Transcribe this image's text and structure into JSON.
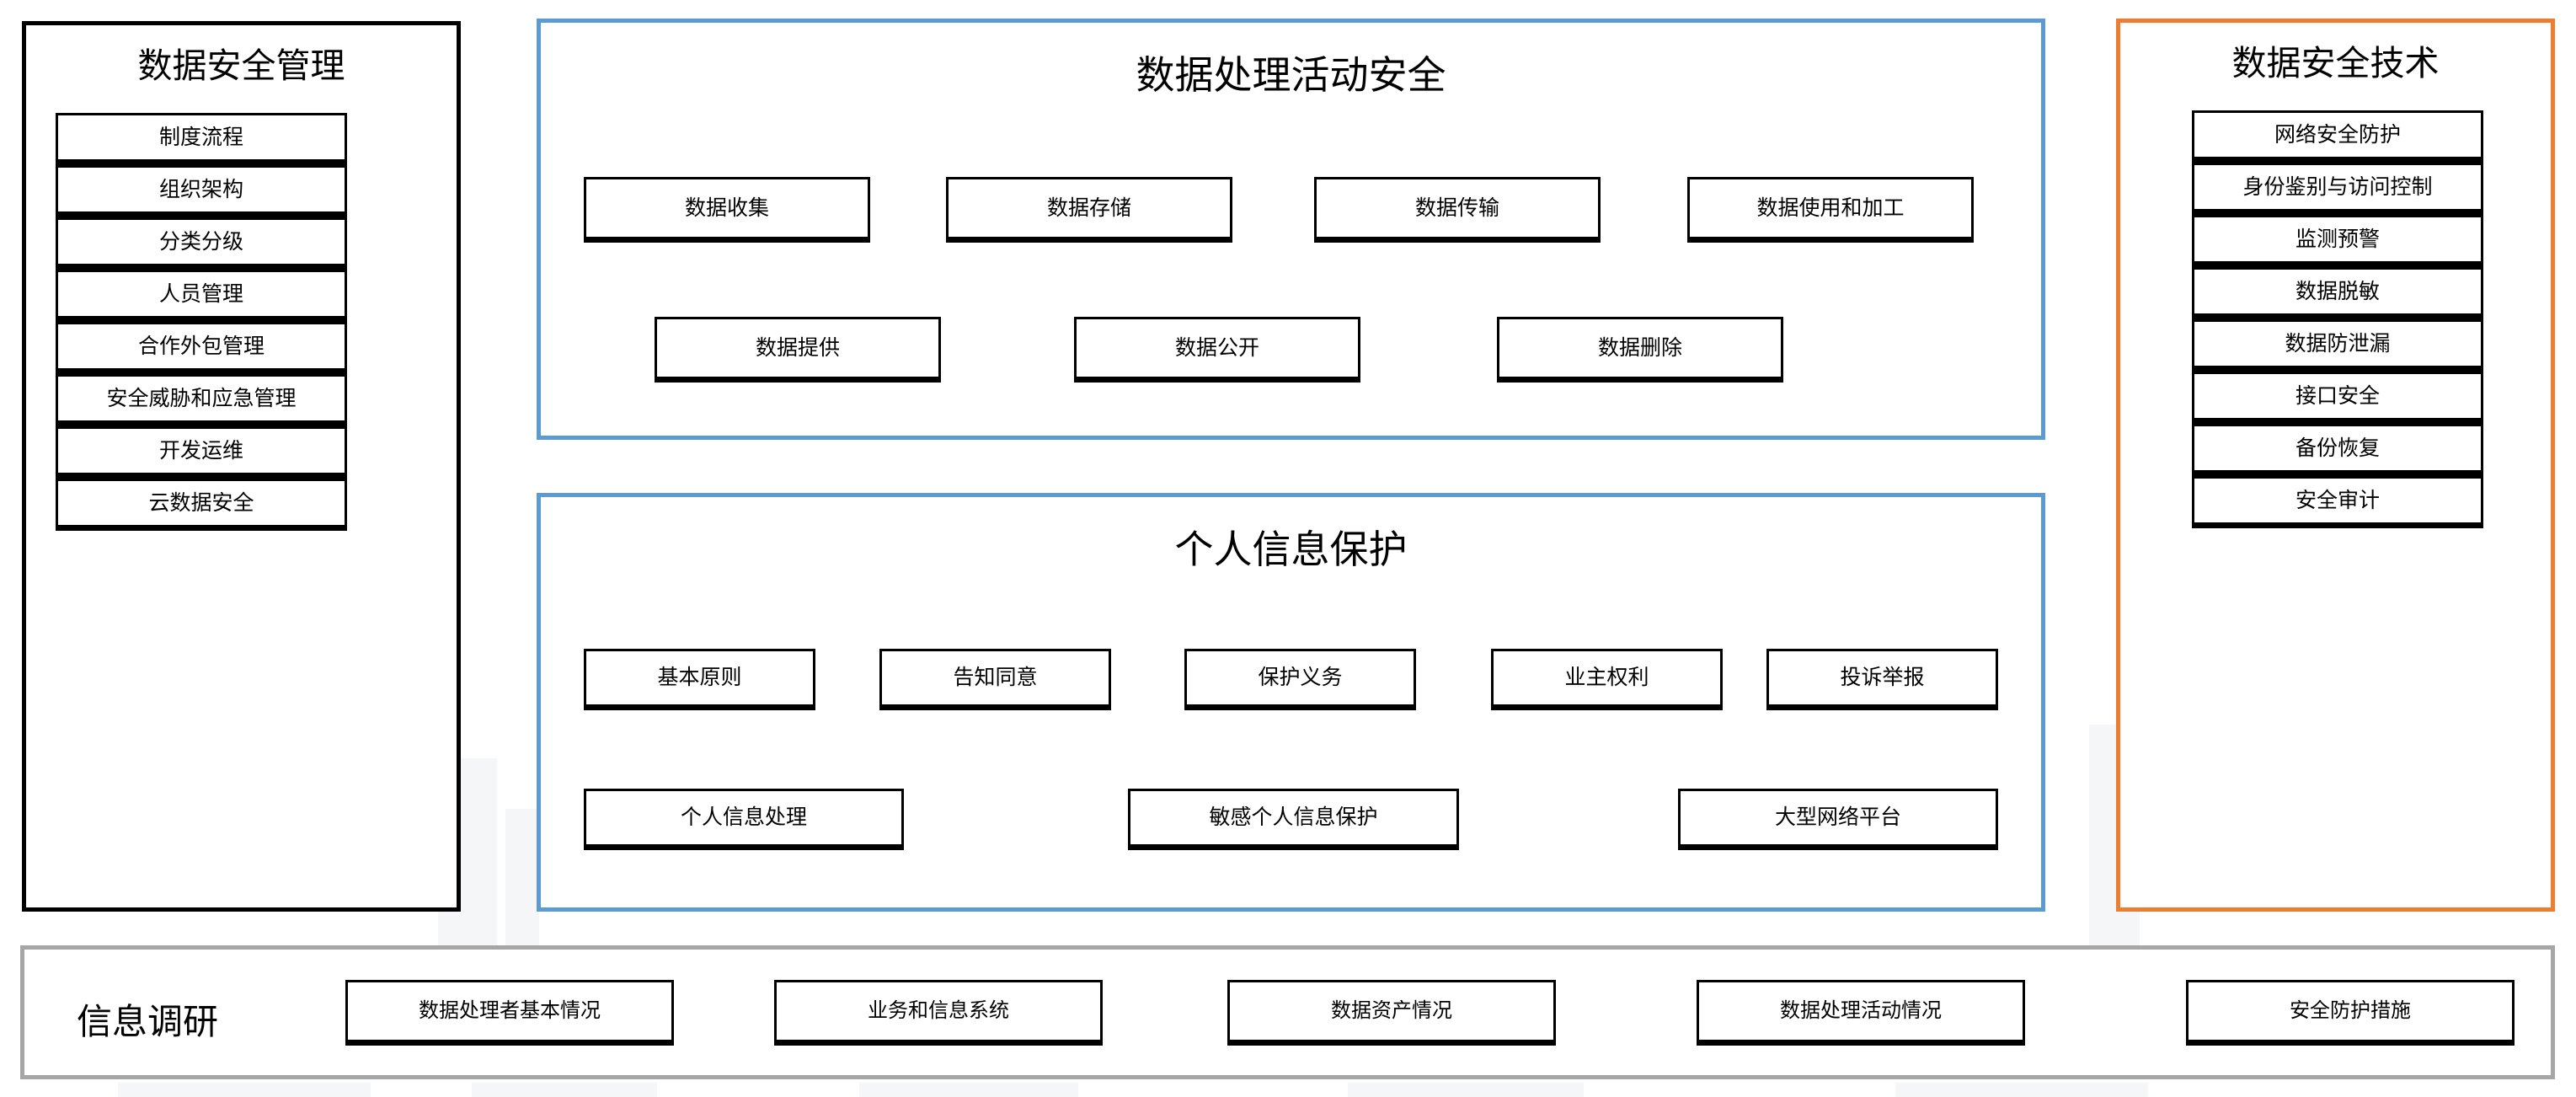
{
  "colors": {
    "black": "#000000",
    "blue": "#5b9bd5",
    "orange": "#ed7d31",
    "grey": "#a6a6a6",
    "white": "#ffffff"
  },
  "management_panel": {
    "title": "数据安全管理",
    "items": [
      "制度流程",
      "组织架构",
      "分类分级",
      "人员管理",
      "合作外包管理",
      "安全威胁和应急管理",
      "开发运维",
      "云数据安全"
    ]
  },
  "processing_panel": {
    "title": "数据处理活动安全",
    "row1": [
      "数据收集",
      "数据存储",
      "数据传输",
      "数据使用和加工"
    ],
    "row2": [
      "数据提供",
      "数据公开",
      "数据删除"
    ]
  },
  "personal_info_panel": {
    "title": "个人信息保护",
    "row1": [
      "基本原则",
      "告知同意",
      "保护义务",
      "业主权利",
      "投诉举报"
    ],
    "row2": [
      "个人信息处理",
      "敏感个人信息保护",
      "大型网络平台"
    ]
  },
  "technology_panel": {
    "title": "数据安全技术",
    "items": [
      "网络安全防护",
      "身份鉴别与访问控制",
      "监测预警",
      "数据脱敏",
      "数据防泄漏",
      "接口安全",
      "备份恢复",
      "安全审计"
    ]
  },
  "survey_strip": {
    "title": "信息调研",
    "items": [
      "数据处理者基本情况",
      "业务和信息系统",
      "数据资产情况",
      "数据处理活动情况",
      "安全防护措施"
    ]
  }
}
